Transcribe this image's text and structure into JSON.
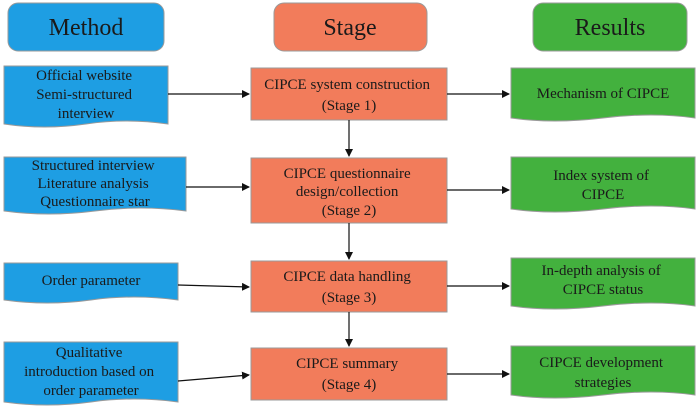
{
  "colors": {
    "method_fill": "#1e9ee3",
    "stage_fill": "#f27c5b",
    "results_fill": "#43b13e",
    "outline": "#9a9a9a",
    "arrow": "#111111"
  },
  "headers": {
    "method": "Method",
    "stage": "Stage",
    "results": "Results"
  },
  "rows": [
    {
      "method": [
        "Official website",
        "Semi-structured",
        "interview"
      ],
      "stage": [
        "CIPCE system construction",
        "(Stage 1)"
      ],
      "result": [
        "Mechanism of CIPCE"
      ]
    },
    {
      "method": [
        "Structured interview",
        "Literature analysis",
        "Questionnaire star"
      ],
      "stage": [
        "CIPCE questionnaire",
        "design/collection",
        "(Stage 2)"
      ],
      "result": [
        "Index system of",
        "CIPCE"
      ]
    },
    {
      "method": [
        "Order parameter"
      ],
      "stage": [
        "CIPCE data handling",
        "(Stage 3)"
      ],
      "result": [
        "In-depth analysis of",
        "CIPCE status"
      ]
    },
    {
      "method": [
        "Qualitative",
        "introduction based on",
        "order parameter"
      ],
      "stage": [
        "CIPCE  summary",
        "(Stage 4)"
      ],
      "result": [
        "CIPCE development",
        "strategies"
      ]
    }
  ]
}
